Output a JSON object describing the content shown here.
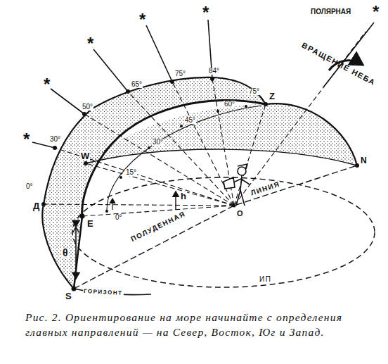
{
  "diagram": {
    "caption": "Рис. 2. Ориентирование на море начинайте с определения главных направлений — на Север, Восток, Юг и Запад.",
    "labels": [
      "ПОЛЯРНАЯ",
      "*",
      "ВРАЩЕНИЕ НЕБА",
      "Z",
      "N",
      "*",
      "*",
      "*",
      "*",
      "*",
      "84°",
      "75°",
      "65°",
      "50°",
      "30°",
      "0°",
      "Д",
      "75°",
      "60°",
      "45°",
      "30°",
      "15°",
      "0°",
      "W",
      "E",
      "h",
      "θ",
      "S",
      "O",
      "ПОЛУДЕННАЯ",
      "ЛИНИЯ",
      "ИП",
      "ГОРИЗОНТ"
    ]
  }
}
